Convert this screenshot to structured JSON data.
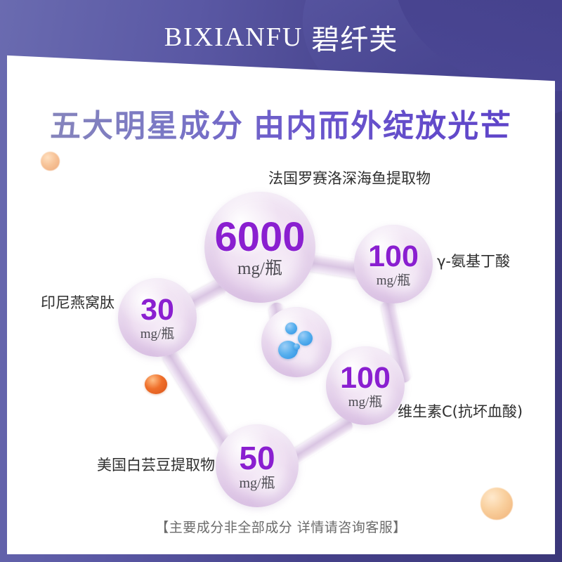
{
  "header": {
    "brand_latin": "BIXIANFU",
    "brand_cn": "碧纤芙",
    "band_color": "#4b4794"
  },
  "headline": {
    "text": "五大明星成分 由内而外绽放光芒",
    "gradient_from": "#8b8ab8",
    "gradient_to": "#5b3fc8"
  },
  "molecule": {
    "accent_color": "#8a1fd0",
    "bubble_color": "#e0c9e8",
    "nodes": [
      {
        "id": "fish",
        "amount": "6000",
        "unit": "mg/瓶",
        "label": "法国罗赛洛深海鱼提取物",
        "size": "big"
      },
      {
        "id": "gaba",
        "amount": "100",
        "unit": "mg/瓶",
        "label": "γ-氨基丁酸",
        "size": "mid"
      },
      {
        "id": "nest",
        "amount": "30",
        "unit": "mg/瓶",
        "label": "印尼燕窝肽",
        "size": "mid"
      },
      {
        "id": "vitc",
        "amount": "100",
        "unit": "mg/瓶",
        "label": "维生素C(抗坏血酸)",
        "size": "mid"
      },
      {
        "id": "bean",
        "amount": "50",
        "unit": "mg/瓶",
        "label": "美国白芸豆提取物",
        "size": "mid"
      }
    ]
  },
  "footer": {
    "note": "【主要成分非全部成分 详情请咨询客服】"
  }
}
